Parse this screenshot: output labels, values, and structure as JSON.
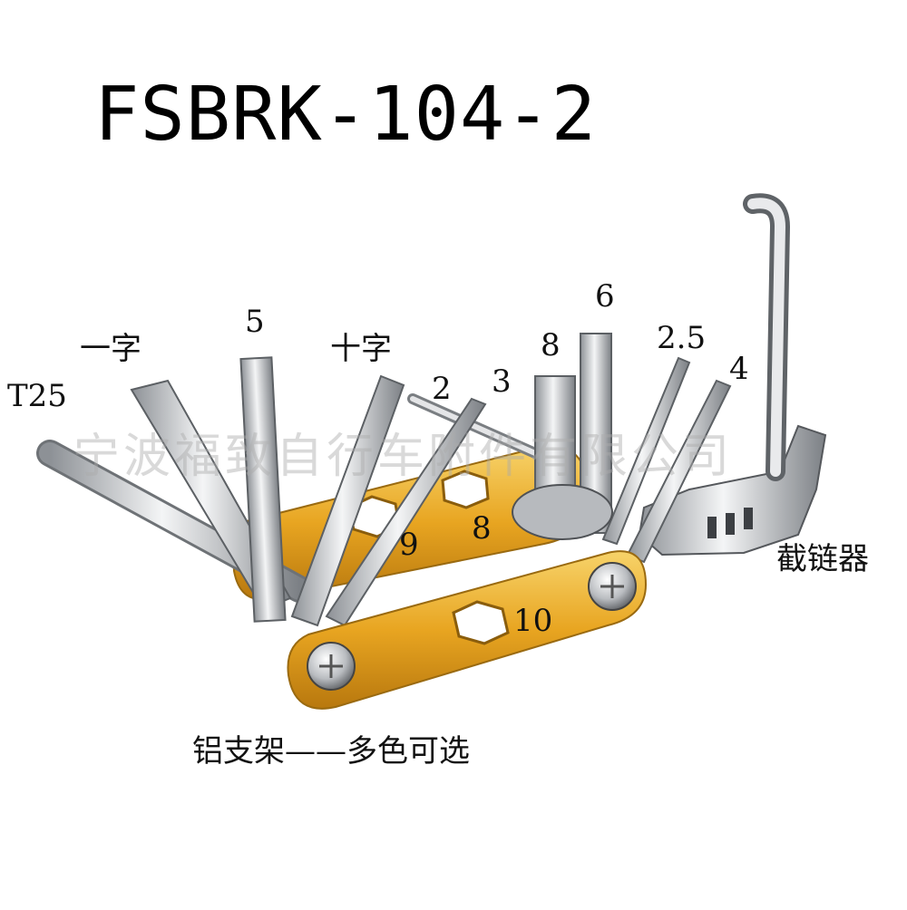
{
  "title": "FSBRK-104-2",
  "watermark": "宁波福致自行车附件有限公司",
  "labels": {
    "t25": "T25",
    "flat": "一字",
    "hex5": "5",
    "phillips": "十字",
    "hex2": "2",
    "hex3": "3",
    "hex8": "8",
    "hex6": "6",
    "hex25": "2.5",
    "hex4": "4",
    "wrench9": "9",
    "wrench8": "8",
    "wrench10": "10",
    "chain_tool": "截链器",
    "bracket_note": "铝支架——多色可选"
  },
  "colors": {
    "background": "#ffffff",
    "aluminum_gold": "#e8a521",
    "steel": "#c9ccd0"
  }
}
